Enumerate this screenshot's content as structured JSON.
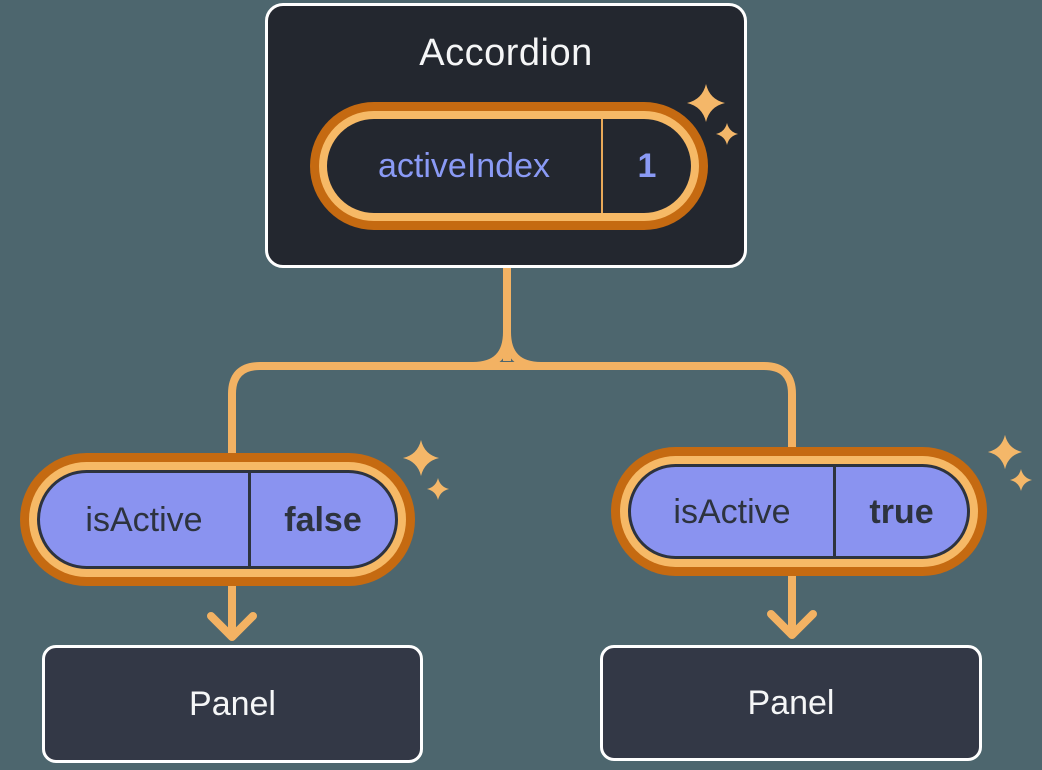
{
  "diagram": {
    "root_component": {
      "name": "Accordion",
      "state": {
        "label": "activeIndex",
        "value": "1"
      }
    },
    "children": [
      {
        "prop": {
          "label": "isActive",
          "value": "false"
        },
        "component": {
          "name": "Panel"
        }
      },
      {
        "prop": {
          "label": "isActive",
          "value": "true"
        },
        "component": {
          "name": "Panel"
        }
      }
    ]
  },
  "icons": {
    "sparkle": "sparkle-icon"
  },
  "colors": {
    "background": "#4d666e",
    "component_box_fill": "#23272f",
    "component_box_border": "#ffffff",
    "panel_fill": "#333846",
    "pill_ring_outer": "#c56a11",
    "pill_ring_inner": "#f6b966",
    "pill_purple_fill": "#8a93f0",
    "connector_line": "#f3b263",
    "sparkle": "#f4b769",
    "state_text_purple": "#8a9af5",
    "state_divider": "#e9a959",
    "dark_text": "#2d333e",
    "light_text": "#f5f6f7"
  }
}
